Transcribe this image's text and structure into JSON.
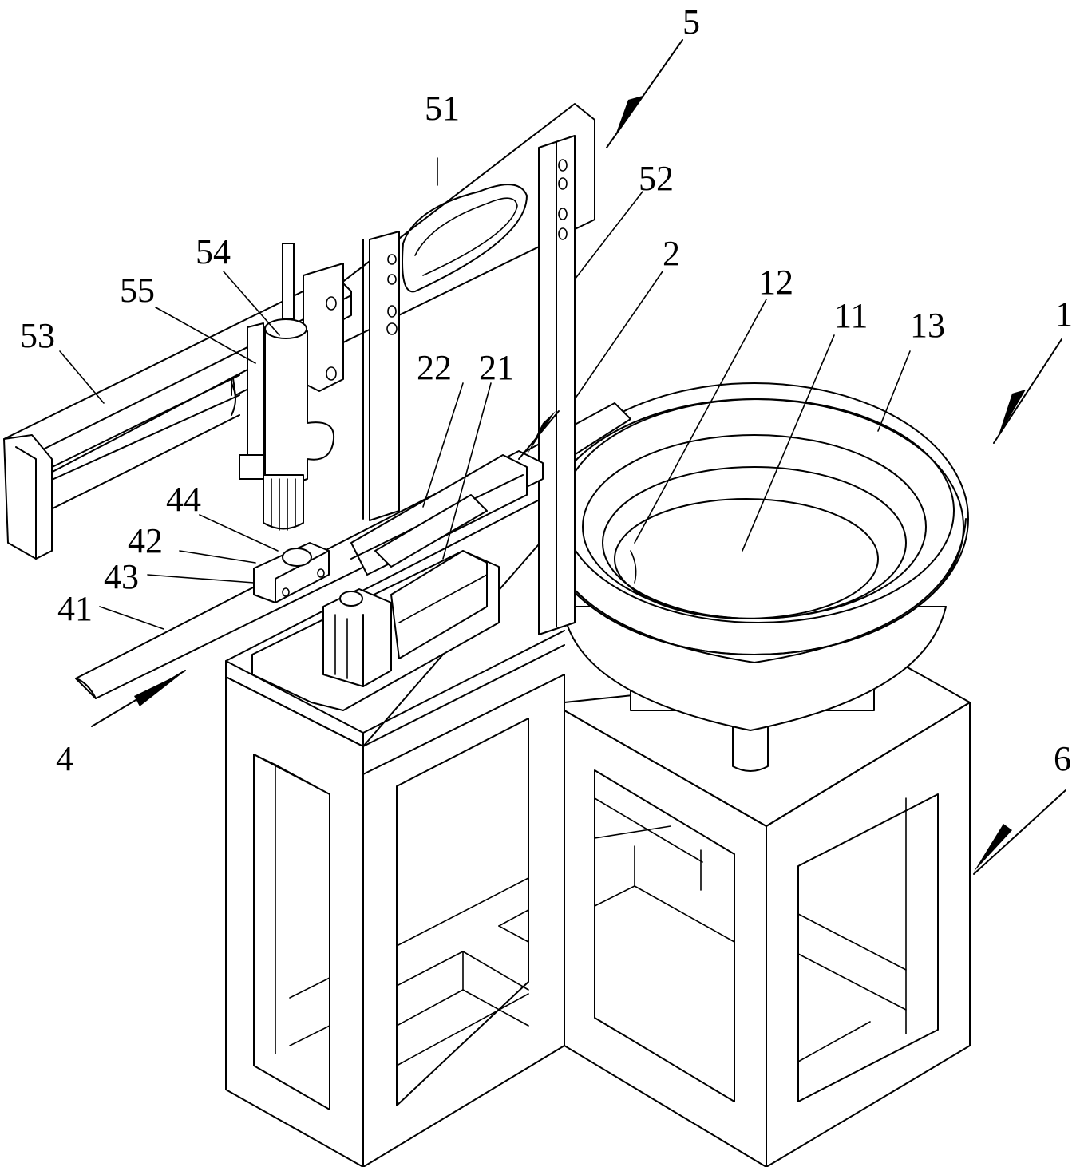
{
  "labels": {
    "l5": "5",
    "l51": "51",
    "l52": "52",
    "l2": "2",
    "l54": "54",
    "l55": "55",
    "l53": "53",
    "l12": "12",
    "l11": "11",
    "l13": "13",
    "l1": "1",
    "l22": "22",
    "l21": "21",
    "l44": "44",
    "l42": "42",
    "l43": "43",
    "l41": "41",
    "l4": "4",
    "l6": "6"
  }
}
